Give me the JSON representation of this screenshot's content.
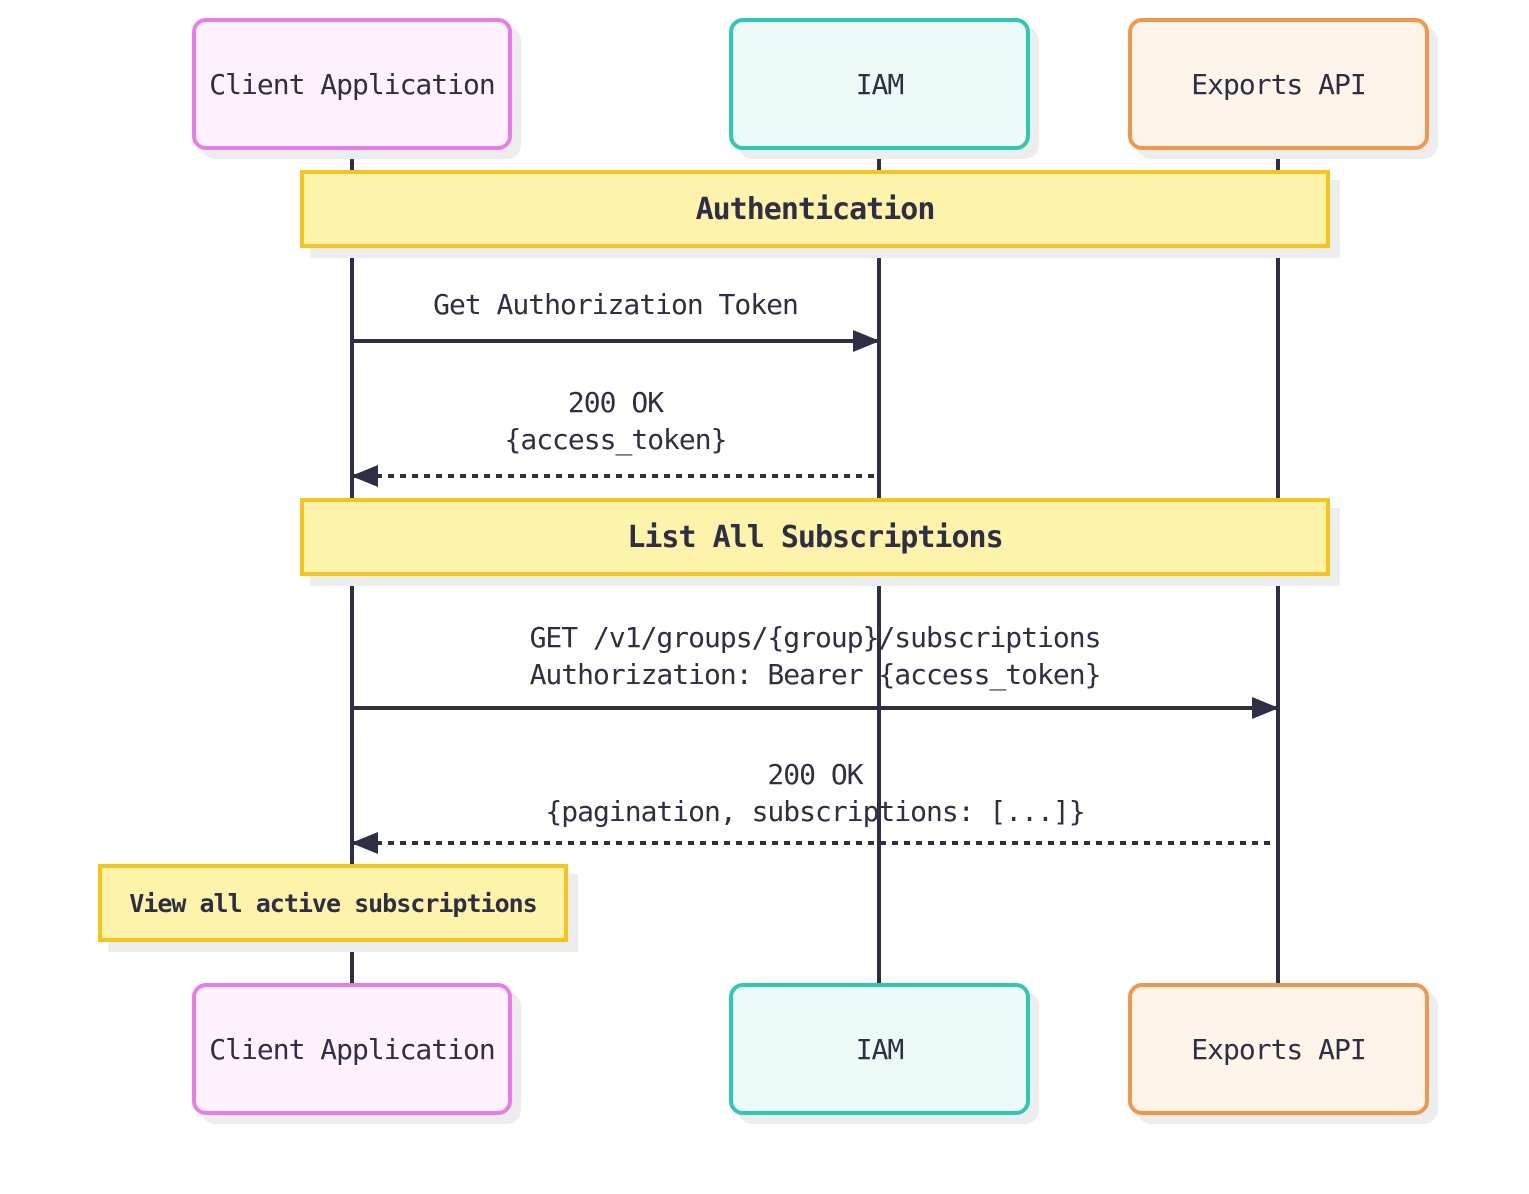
{
  "diagram": {
    "type": "sequence",
    "actors": [
      {
        "id": "client",
        "label": "Client Application",
        "border": "#e97ce9",
        "fill": "#fdf2fd"
      },
      {
        "id": "iam",
        "label": "IAM",
        "border": "#2ec9b3",
        "fill": "#edfbf8"
      },
      {
        "id": "exports",
        "label": "Exports API",
        "border": "#f2974a",
        "fill": "#fdf4ea"
      }
    ],
    "sections": [
      {
        "label": "Authentication"
      },
      {
        "label": "List All Subscriptions"
      }
    ],
    "messages": [
      {
        "from": "client",
        "to": "iam",
        "style": "solid",
        "lines": [
          "Get Authorization Token"
        ]
      },
      {
        "from": "iam",
        "to": "client",
        "style": "dotted",
        "lines": [
          "200 OK",
          "{access_token}"
        ]
      },
      {
        "from": "client",
        "to": "exports",
        "style": "solid",
        "lines": [
          "GET /v1/groups/{group}/subscriptions",
          "Authorization: Bearer {access_token}"
        ]
      },
      {
        "from": "exports",
        "to": "client",
        "style": "dotted",
        "lines": [
          "200 OK",
          "{pagination, subscriptions: [...]}"
        ]
      }
    ],
    "note": {
      "label": "View all active subscriptions",
      "over": "client"
    }
  },
  "colors": {
    "ink": "#2e2e45",
    "pink-border": "#e97ce9",
    "pink-fill": "#fdf2fd",
    "teal-border": "#2ec9b3",
    "teal-fill": "#edfbf8",
    "orange-border": "#f2974a",
    "orange-fill": "#fdf4ea",
    "gold-border": "#f7c41d",
    "gold-fill": "#fdf3aa",
    "shadow": "#ededed",
    "bg": "#ffffff"
  }
}
